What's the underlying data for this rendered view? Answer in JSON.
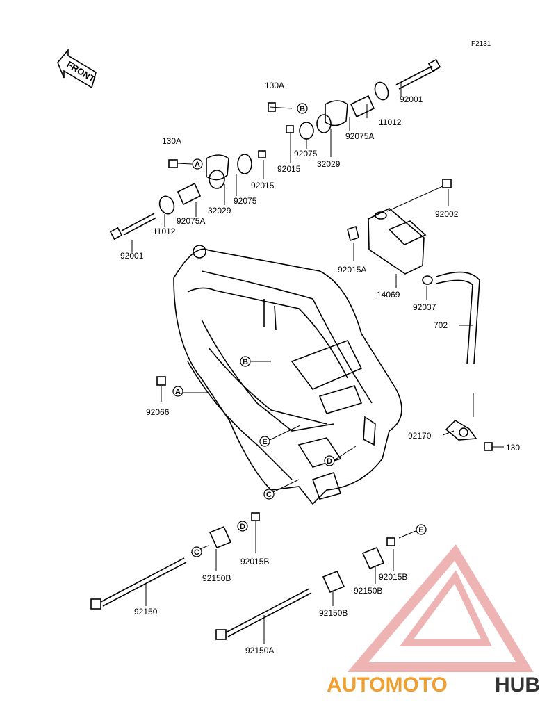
{
  "figure_code": "F2131",
  "front_label": "FRONT",
  "watermark": {
    "part1": "AUTOMOTO",
    "part2": "HUB",
    "color1": "#f0a030",
    "color2": "#333333",
    "logo_color": "#e05050"
  },
  "labels": {
    "l_130A_top": "130A",
    "l_92001_top": "92001",
    "l_11012_top": "11012",
    "l_92075A_top": "92075A",
    "l_92075_top": "92075",
    "l_32029_top": "32029",
    "l_92015_top": "92015",
    "l_130A_left": "130A",
    "l_92015_left": "92015",
    "l_92075_left": "92075",
    "l_32029_left": "32029",
    "l_92075A_left": "92075A",
    "l_11012_left": "11012",
    "l_92001_left": "92001",
    "l_92002": "92002",
    "l_92015A": "92015A",
    "l_14069": "14069",
    "l_92037": "92037",
    "l_702": "702",
    "l_92066": "92066",
    "l_92170": "92170",
    "l_130": "130",
    "l_92015B_a": "92015B",
    "l_92150B_a": "92150B",
    "l_92150": "92150",
    "l_92150B_b": "92150B",
    "l_92150A": "92150A",
    "l_92015B_b": "92015B",
    "l_92150B_c": "92150B"
  },
  "refs": {
    "A": "A",
    "B": "B",
    "C": "C",
    "D": "D",
    "E": "E"
  }
}
